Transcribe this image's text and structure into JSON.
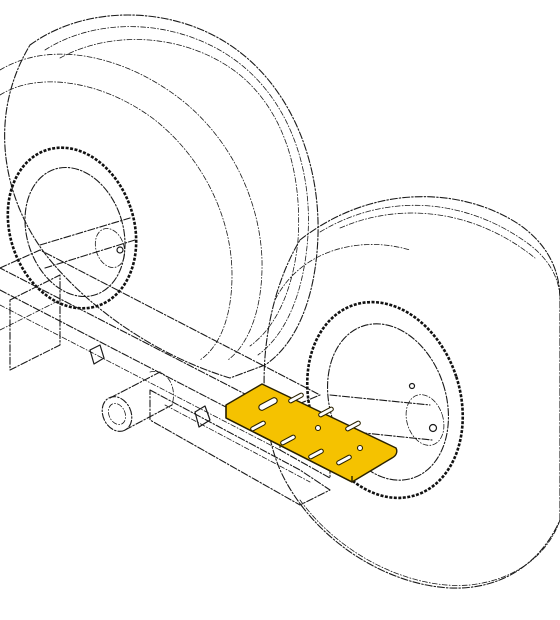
{
  "diagram": {
    "highlight_color": "#F5C200",
    "line_color": "#1a1a1a",
    "background": "#ffffff",
    "components": [
      {
        "name": "rear-wheel",
        "icon": "tire-icon"
      },
      {
        "name": "front-wheel",
        "icon": "tire-icon"
      },
      {
        "name": "axle-frame",
        "icon": "frame-icon"
      },
      {
        "name": "mounting-plate",
        "icon": "plate-icon",
        "highlighted": true
      }
    ]
  }
}
